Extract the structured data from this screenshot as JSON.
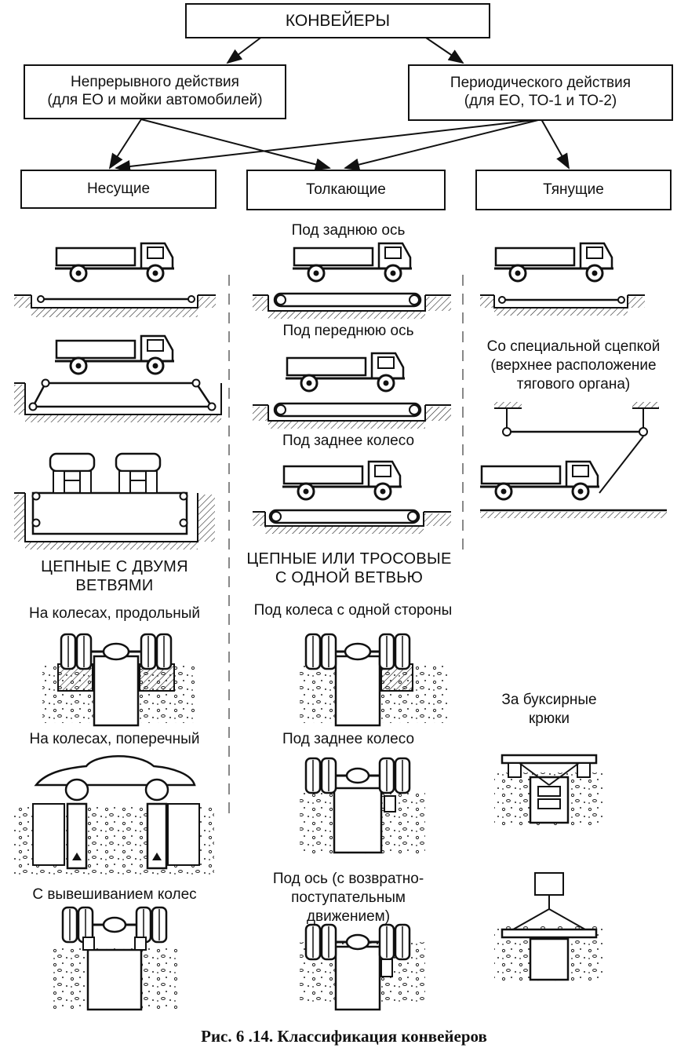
{
  "root": "КОНВЕЙЕРЫ",
  "level1": {
    "continuous": {
      "line1": "Непрерывного действия",
      "line2": "(для ЕО и мойки автомобилей)"
    },
    "periodic": {
      "line1": "Периодического действия",
      "line2": "(для ЕО, ТО-1 и ТО-2)"
    }
  },
  "level2": {
    "carrying": "Несущие",
    "pushing": "Толкающие",
    "pulling": "Тянущие"
  },
  "labels": {
    "under_rear_axle": "Под заднюю ось",
    "under_front_axle": "Под переднюю ось",
    "under_rear_wheel_top": "Под заднее колесо",
    "special_hitch_1": "Со специальной сцепкой",
    "special_hitch_2": "(верхнее расположение",
    "special_hitch_3": "тягового органа)",
    "chain_two_1": "ЦЕПНЫЕ С ДВУМЯ",
    "chain_two_2": "ВЕТВЯМИ",
    "chain_one_1": "ЦЕПНЫЕ ИЛИ ТРОСОВЫЕ",
    "chain_one_2": "С ОДНОЙ ВЕТВЬЮ",
    "wheels_longitudinal": "На колесах, продольный",
    "wheels_one_side": "Под колеса с одной стороны",
    "tow_hooks_1": "За буксирные",
    "tow_hooks_2": "крюки",
    "wheels_transverse": "На колесах, поперечный",
    "under_rear_wheel_bottom": "Под заднее колесо",
    "axle_reciprocating_1": "Под ось (с возвратно-",
    "axle_reciprocating_2": "поступательным",
    "axle_reciprocating_3": "движением)",
    "wheel_suspension": "С вывешиванием колес"
  },
  "caption": "Рис. 6 .14. Классификация конвейеров"
}
